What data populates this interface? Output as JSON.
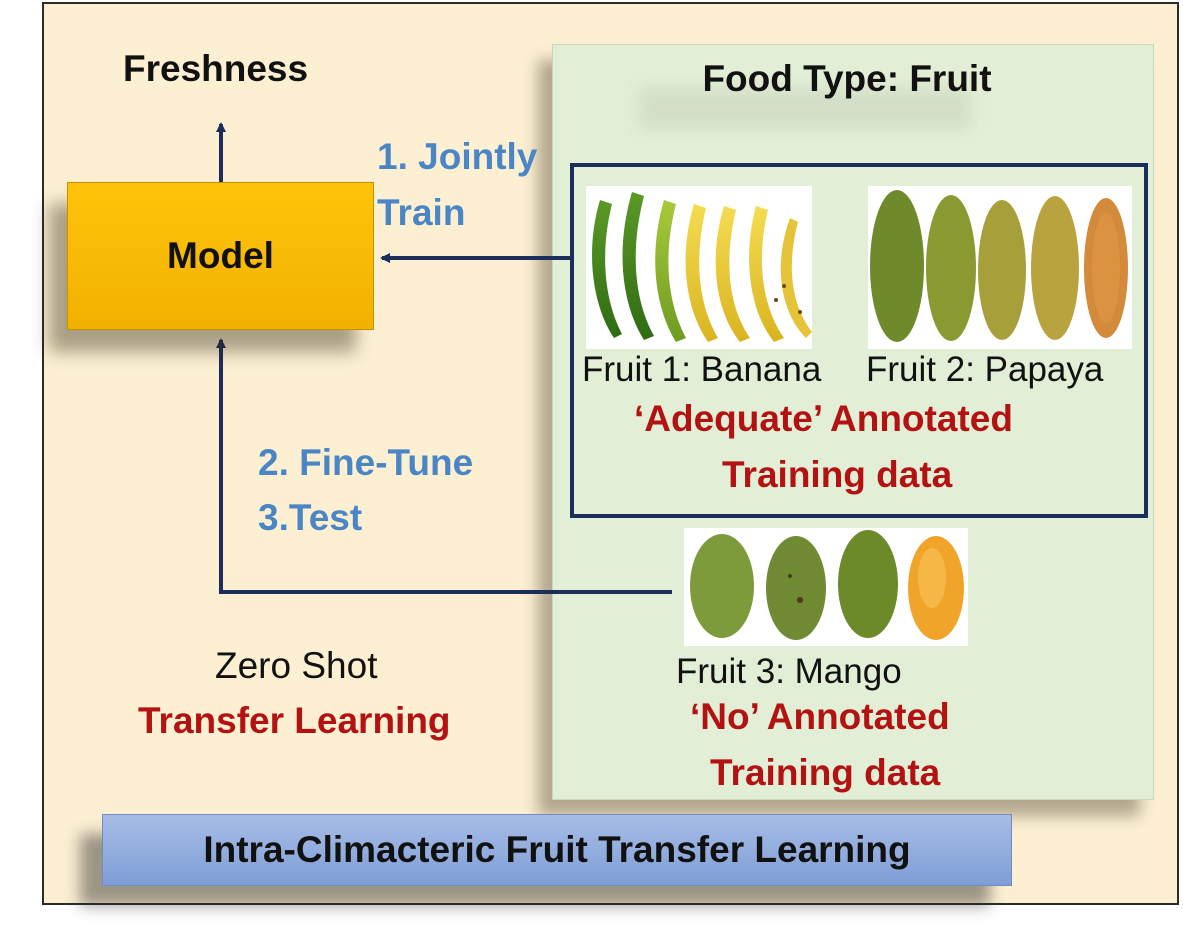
{
  "diagram": {
    "freshness_label": "Freshness",
    "model_label": "Model",
    "step1_line1": "1. Jointly",
    "step1_line2": "Train",
    "step2_label": "2. Fine-Tune",
    "step3_label": "3.Test",
    "zero_shot_label": "Zero Shot",
    "transfer_learning_label": "Transfer Learning",
    "food_type_title": "Food Type: Fruit",
    "fruit1_label": "Fruit 1: Banana",
    "fruit2_label": "Fruit 2: Papaya",
    "adequate_line1": "‘Adequate’ Annotated",
    "adequate_line2": "Training data",
    "fruit3_label": "Fruit 3: Mango",
    "no_line1": "‘No’ Annotated",
    "no_line2": "Training data",
    "banner_title": "Intra-Climacteric Fruit Transfer Learning"
  },
  "colors": {
    "background": "#fcefd2",
    "panel": "#e2eed5",
    "model_box": "#f7b900",
    "arrow": "#1b2d5b",
    "step_text": "#4a86c5",
    "highlight_text": "#b31212",
    "banner": "#93afe0"
  }
}
